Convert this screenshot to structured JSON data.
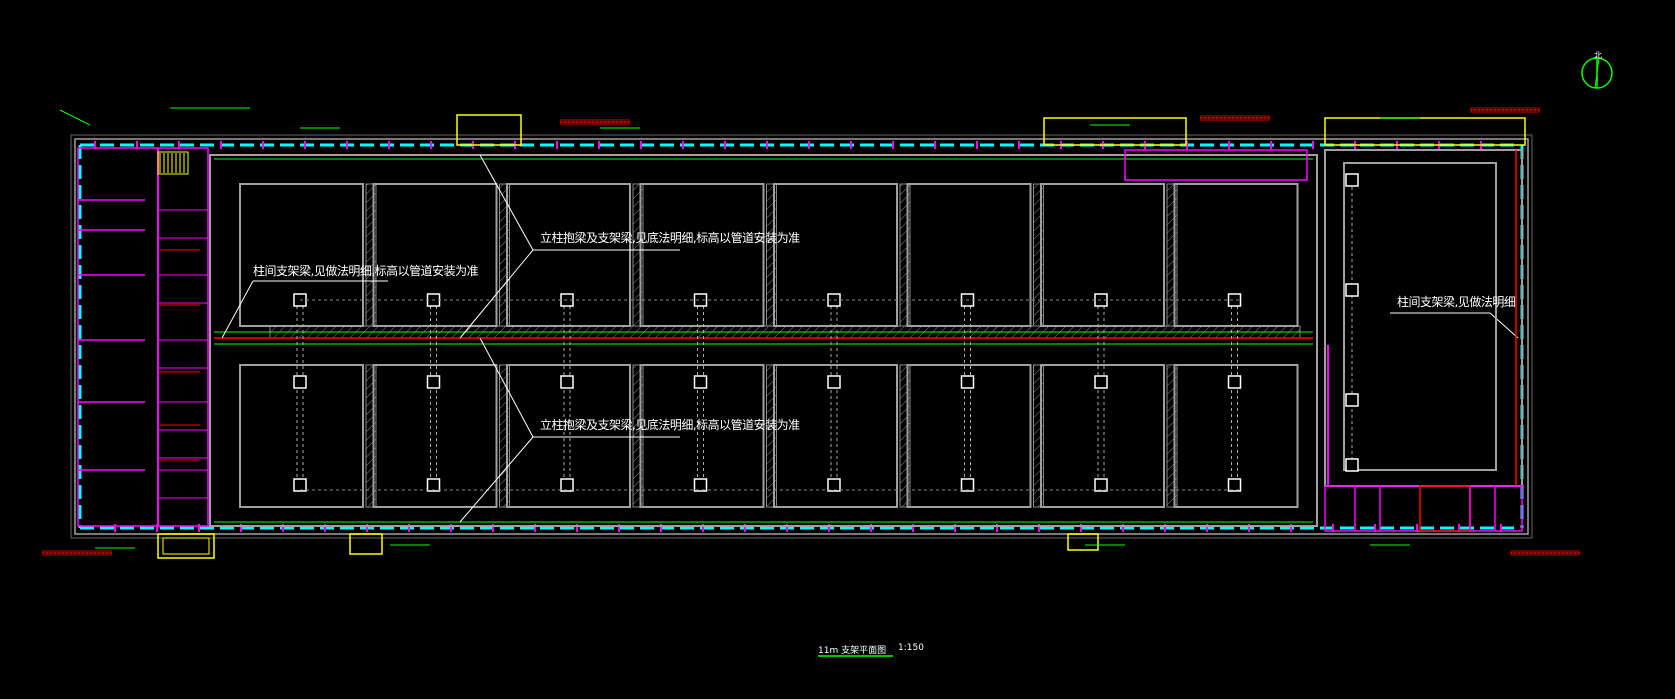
{
  "drawing": {
    "title": "11m 支架平面图",
    "scale": "1:150",
    "north_label": "北",
    "notes": {
      "column_beam_upper": "立柱抱梁及支架梁,见底法明细,标高以管道安装为准",
      "column_beam_lower": "立柱抱梁及支架梁,见底法明细,标高以管道安装为准",
      "span_beam_left": "柱间支架梁,见做法明细,标高以管道安装为准",
      "span_beam_right": "柱间支架梁,见做法明细"
    },
    "bays_per_row": 8,
    "colors": {
      "background": "#000000",
      "wall": "#00ffff",
      "partition": "#ff00ff",
      "grid": "#a0a0a0",
      "pipe": "#ff0000",
      "green": "#00ff00",
      "yellow": "#ffff00",
      "text": "#ffffff"
    }
  }
}
